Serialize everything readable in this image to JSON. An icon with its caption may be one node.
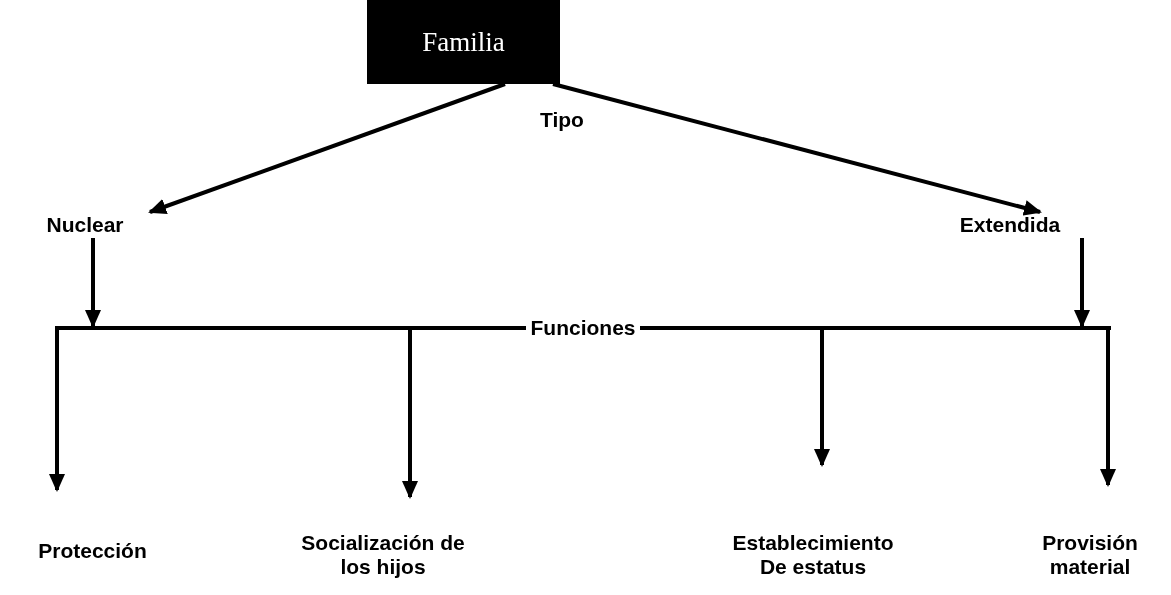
{
  "diagram": {
    "nodes": [
      {
        "text": [
          "Familia"
        ]
      },
      {
        "text": [
          "Nuclear"
        ]
      },
      {
        "text": [
          "Extendida"
        ]
      },
      {
        "text": [
          "Funciones"
        ]
      },
      {
        "text": [
          "Protección"
        ]
      },
      {
        "text": [
          "Socialización de los hijos"
        ]
      },
      {
        "text": [
          "Establecimiento De estatus"
        ]
      },
      {
        "text": [
          "Provisión material"
        ]
      }
    ],
    "edges": [
      {
        "from": 0,
        "to": 1,
        "arrow": "to"
      },
      {
        "from": 0,
        "to": 2,
        "arrow": "to"
      },
      {
        "from": 1,
        "to": 3,
        "arrow": "to"
      },
      {
        "from": 2,
        "to": 3,
        "arrow": "to"
      },
      {
        "from": 3,
        "to": 4,
        "arrow": "to"
      },
      {
        "from": 3,
        "to": 5,
        "arrow": "to"
      },
      {
        "from": 3,
        "to": 6,
        "arrow": "to"
      },
      {
        "from": 3,
        "to": 7,
        "arrow": "to"
      }
    ],
    "labels": [
      "Tipo"
    ]
  }
}
